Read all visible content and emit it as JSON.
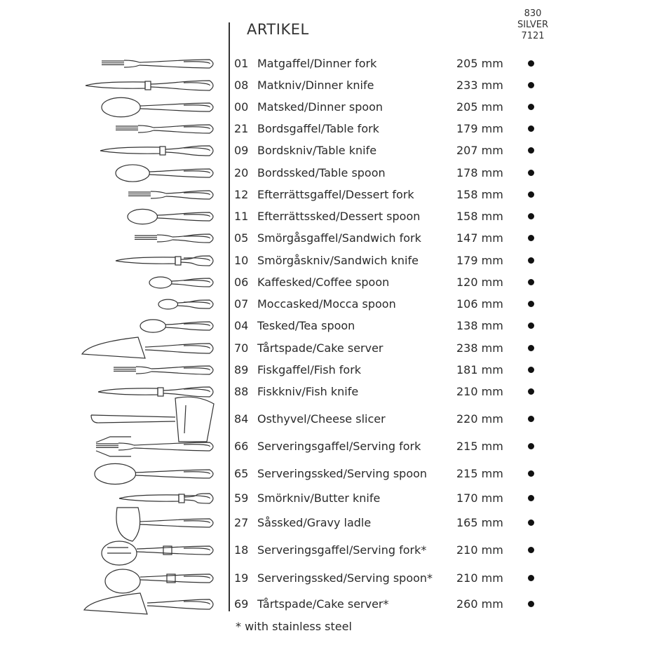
{
  "header": {
    "title": "ARTIKEL",
    "column_lines": [
      "830",
      "SILVER",
      "7121"
    ]
  },
  "items": [
    {
      "code": "01",
      "name": "Matgaffel/Dinner fork",
      "length": "205 mm",
      "available": true,
      "icon": "dinner-fork-icon"
    },
    {
      "code": "08",
      "name": "Matkniv/Dinner knife",
      "length": "233 mm",
      "available": true,
      "icon": "dinner-knife-icon"
    },
    {
      "code": "00",
      "name": "Matsked/Dinner spoon",
      "length": "205 mm",
      "available": true,
      "icon": "dinner-spoon-icon"
    },
    {
      "code": "21",
      "name": "Bordsgaffel/Table fork",
      "length": "179 mm",
      "available": true,
      "icon": "table-fork-icon"
    },
    {
      "code": "09",
      "name": "Bordskniv/Table knife",
      "length": "207 mm",
      "available": true,
      "icon": "table-knife-icon"
    },
    {
      "code": "20",
      "name": "Bordssked/Table spoon",
      "length": "178 mm",
      "available": true,
      "icon": "table-spoon-icon"
    },
    {
      "code": "12",
      "name": "Efterrättsgaffel/Dessert fork",
      "length": "158 mm",
      "available": true,
      "icon": "dessert-fork-icon"
    },
    {
      "code": "11",
      "name": "Efterrättssked/Dessert spoon",
      "length": "158 mm",
      "available": true,
      "icon": "dessert-spoon-icon"
    },
    {
      "code": "05",
      "name": "Smörgåsgaffel/Sandwich fork",
      "length": "147 mm",
      "available": true,
      "icon": "sandwich-fork-icon"
    },
    {
      "code": "10",
      "name": "Smörgåskniv/Sandwich knife",
      "length": "179 mm",
      "available": true,
      "icon": "sandwich-knife-icon"
    },
    {
      "code": "06",
      "name": "Kaffesked/Coffee spoon",
      "length": "120 mm",
      "available": true,
      "icon": "coffee-spoon-icon"
    },
    {
      "code": "07",
      "name": "Moccasked/Mocca spoon",
      "length": "106 mm",
      "available": true,
      "icon": "mocca-spoon-icon"
    },
    {
      "code": "04",
      "name": "Tesked/Tea spoon",
      "length": "138 mm",
      "available": true,
      "icon": "tea-spoon-icon"
    },
    {
      "code": "70",
      "name": "Tårtspade/Cake server",
      "length": "238 mm",
      "available": true,
      "icon": "cake-server-icon"
    },
    {
      "code": "89",
      "name": "Fiskgaffel/Fish fork",
      "length": "181 mm",
      "available": true,
      "icon": "fish-fork-icon"
    },
    {
      "code": "88",
      "name": "Fiskkniv/Fish knife",
      "length": "210 mm",
      "available": true,
      "icon": "fish-knife-icon"
    },
    {
      "code": "84",
      "name": "Osthyvel/Cheese slicer",
      "length": "220 mm",
      "available": true,
      "icon": "cheese-slicer-icon"
    },
    {
      "code": "66",
      "name": "Serveringsgaffel/Serving fork",
      "length": "215 mm",
      "available": true,
      "icon": "serving-fork-icon"
    },
    {
      "code": "65",
      "name": "Serveringssked/Serving spoon",
      "length": "215 mm",
      "available": true,
      "icon": "serving-spoon-icon"
    },
    {
      "code": "59",
      "name": "Smörkniv/Butter knife",
      "length": "170 mm",
      "available": true,
      "icon": "butter-knife-icon"
    },
    {
      "code": "27",
      "name": "Såssked/Gravy ladle",
      "length": "165 mm",
      "available": true,
      "icon": "gravy-ladle-icon"
    },
    {
      "code": "18",
      "name": "Serveringsgaffel/Serving fork*",
      "length": "210 mm",
      "available": true,
      "icon": "salad-serving-fork-icon"
    },
    {
      "code": "19",
      "name": "Serveringssked/Serving spoon*",
      "length": "210 mm",
      "available": true,
      "icon": "salad-serving-spoon-icon"
    },
    {
      "code": "69",
      "name": "Tårtspade/Cake server*",
      "length": "260 mm",
      "available": true,
      "icon": "cake-server-steel-icon"
    }
  ],
  "footnote": "* with stainless steel"
}
